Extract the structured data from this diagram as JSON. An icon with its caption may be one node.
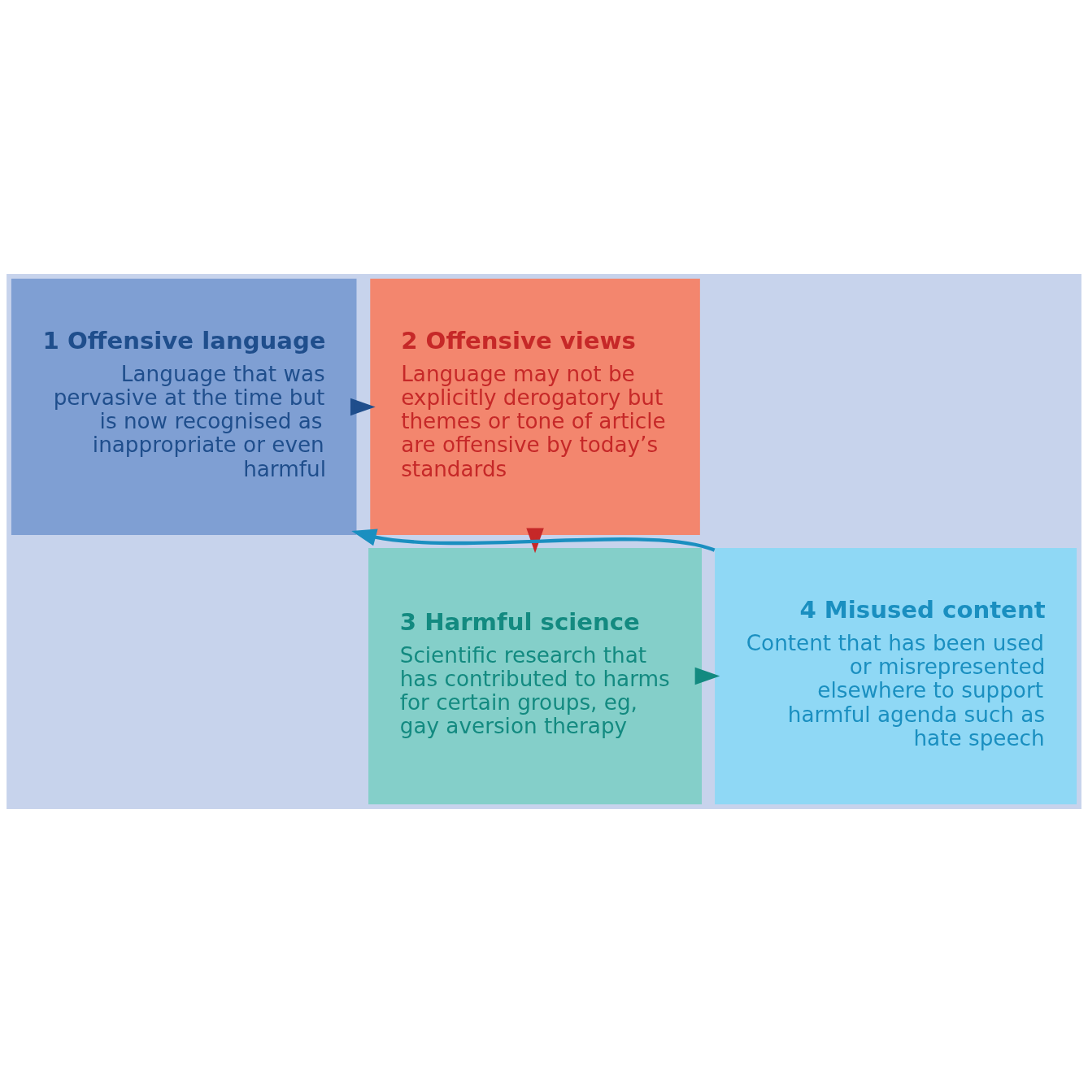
{
  "diagram": {
    "nodes": [
      {
        "text": [
          "1 Offensive language",
          "Language that was pervasive at the time but is now recognised as inappropriate or even harmful"
        ]
      },
      {
        "text": [
          "2 Offensive views",
          "Language may not be explicitly derogatory but themes or tone of article are offensive by today’s standards"
        ]
      },
      {
        "text": [
          "3 Harmful science",
          "Scientific research that has contributed to harms for certain groups, eg, gay aversion therapy"
        ]
      },
      {
        "text": [
          "4 Misused content",
          "Content that has been used or misrepresented elsewhere to support harmful agenda such as hate speech"
        ]
      }
    ],
    "edges": [
      {
        "from": 0,
        "to": 1,
        "arrow": "to"
      },
      {
        "from": 1,
        "to": 2,
        "arrow": "to"
      },
      {
        "from": 2,
        "to": 3,
        "arrow": "to"
      },
      {
        "from": 3,
        "to": 0,
        "arrow": "to"
      }
    ]
  }
}
